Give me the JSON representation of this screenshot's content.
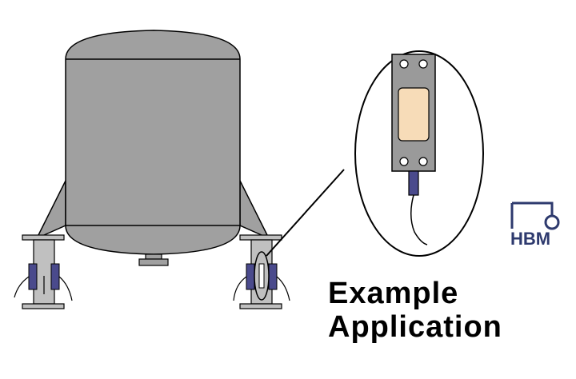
{
  "caption": {
    "line1": "Example",
    "line2": "Application"
  },
  "logo": {
    "text": "HBM",
    "color": "#2e3a6e"
  },
  "colors": {
    "tank": "#a0a0a0",
    "support": "#c0c0c0",
    "load_cell": "#4a4a8c",
    "pad": "#f7dcb8",
    "outline": "#000000"
  },
  "icons": [
    "tank",
    "support-leg",
    "load-cell",
    "zoom-callout",
    "hbm-logo"
  ]
}
